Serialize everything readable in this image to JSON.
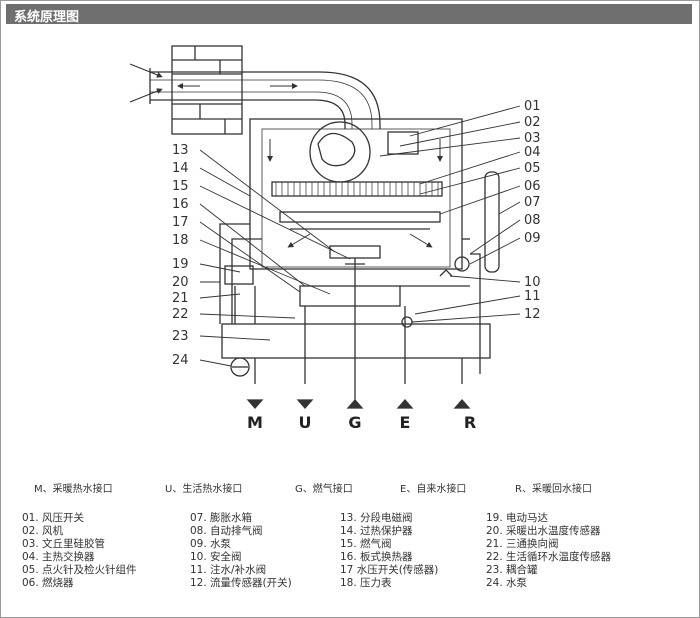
{
  "title": "系统原理图",
  "callouts": [
    "01",
    "02",
    "03",
    "04",
    "05",
    "06",
    "07",
    "08",
    "09",
    "10",
    "11",
    "12",
    "13",
    "14",
    "15",
    "16",
    "17",
    "18",
    "19",
    "20",
    "21",
    "22",
    "23",
    "24"
  ],
  "connection_letters": [
    "M",
    "U",
    "G",
    "E",
    "R"
  ],
  "port_descriptions": [
    "M、采暖热水接口",
    "U、生活热水接口",
    "G、燃气接口",
    "E、自来水接口",
    "R、采暖回水接口"
  ],
  "legend": [
    "01. 风压开关",
    "02. 风机",
    "03. 文丘里硅胶管",
    "04. 主热交换器",
    "05. 点火针及检火针组件",
    "06. 燃烧器",
    "07. 膨胀水箱",
    "08. 自动排气阀",
    "09. 水泵",
    "10. 安全阀",
    "11. 注水/补水阀",
    "12. 流量传感器(开关)",
    "13. 分段电磁阀",
    "14. 过热保护器",
    "15. 燃气阀",
    "16. 板式换热器",
    "17 水压开关(传感器)",
    "18. 压力表",
    "19. 电动马达",
    "20. 采暖出水温度传感器",
    "21. 三通换向阀",
    "22. 生活循环水温度传感器",
    "23. 耦合罐",
    "24. 水泵"
  ]
}
